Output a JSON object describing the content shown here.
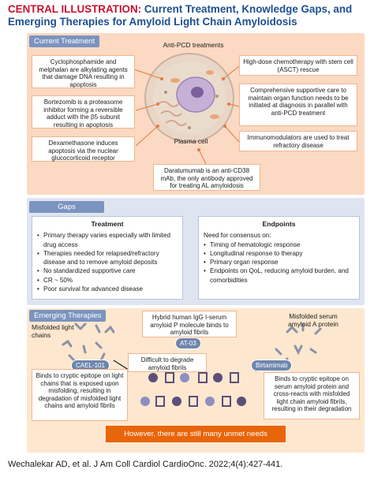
{
  "header": {
    "label": "CENTRAL ILLUSTRATION:",
    "title_part1": "Current Treatment, Knowledge Gaps, and",
    "title_part2": "Emerging Therapies for Amyloid Light Chain Amyloidosis"
  },
  "current_treatment": {
    "tab_label": "Current Treatment",
    "anti_pcd_label": "Anti-PCD treatments",
    "plasma_cell_label": "Plasma cell",
    "boxes": {
      "cyclophosphamide": "Cyclophosphamide and melphalan are alkylating agents that damage DNA resulting in apoptosis",
      "bortezomib": "Bortezomib is a proteasome inhibitor forming a reversible adduct with the β5 subunit resulting in apoptosis",
      "dexamethasone": "Dexamethasone induces apoptosis via the nuclear glucocorticoid receptor",
      "high_dose": "High-dose chemotherapy with stem cell (ASCT) rescue",
      "supportive": "Comprehensive supportive care to maintain organ function needs to be initiated at diagnosis in parallel with anti-PCD treatment",
      "immunomodulators": "Immunomodulators are used to treat refractory disease",
      "daratumumab": "Daratumumab is an anti-CD38 mAb, the only antibody approved for treating AL amyloidosis"
    }
  },
  "gaps": {
    "tab_label": "Gaps",
    "treatment": {
      "heading": "Treatment",
      "items": [
        "Primary therapy varies especially with limited drug access",
        "Therapies needed for relapsed/refractory disease and to remove amyloid deposits",
        "No standardized supportive care",
        "CR ~ 50%",
        "Poor survival for advanced disease"
      ]
    },
    "endpoints": {
      "heading": "Endpoints",
      "intro": "Need for consensus on:",
      "items": [
        "Timing of hematologic response",
        "Longitudinal response to therapy",
        "Primary organ response",
        "Endpoints on QoL, reducing amyloid burden, and comorbidities"
      ]
    }
  },
  "emerging": {
    "tab_label": "Emerging Therapies",
    "misfolded_light_chains": "Misfolded light chains",
    "hybrid_text": "Hybrid human IgG I-serum amyloid P molecule binds to amyloid fibrils",
    "at03": "AT-03",
    "misfolded_serum": "Misfolded serum amyloid A protein",
    "cael101": "CAEL-101",
    "difficult": "Difficult to degrade amyloid fibrils",
    "birtamimab": "Birtamimab",
    "cael_desc": "Binds to cryptic epitope on light chains that is exposed upon misfolding, resulting in degradation of misfolded light chains and amyloid fibrils",
    "birt_desc": "Binds to cryptic epitope on serum amyloid protein and cross-reacts with misfolded light chain amyloid fibrils, resulting in their degradation",
    "unmet": "However, there are still many unmet needs"
  },
  "citation": "Wechalekar AD, et al. J Am Coll Cardiol CardioOnc. 2022;4(4):427-441.",
  "colors": {
    "current_bg": "#fbd9c2",
    "gaps_bg": "#dfe5f0",
    "emerging_bg": "#fde7cf",
    "tab_blue": "#7b94bf",
    "orange_bar": "#e8650a",
    "header_red": "#c8102e",
    "header_blue": "#1d4f91"
  }
}
